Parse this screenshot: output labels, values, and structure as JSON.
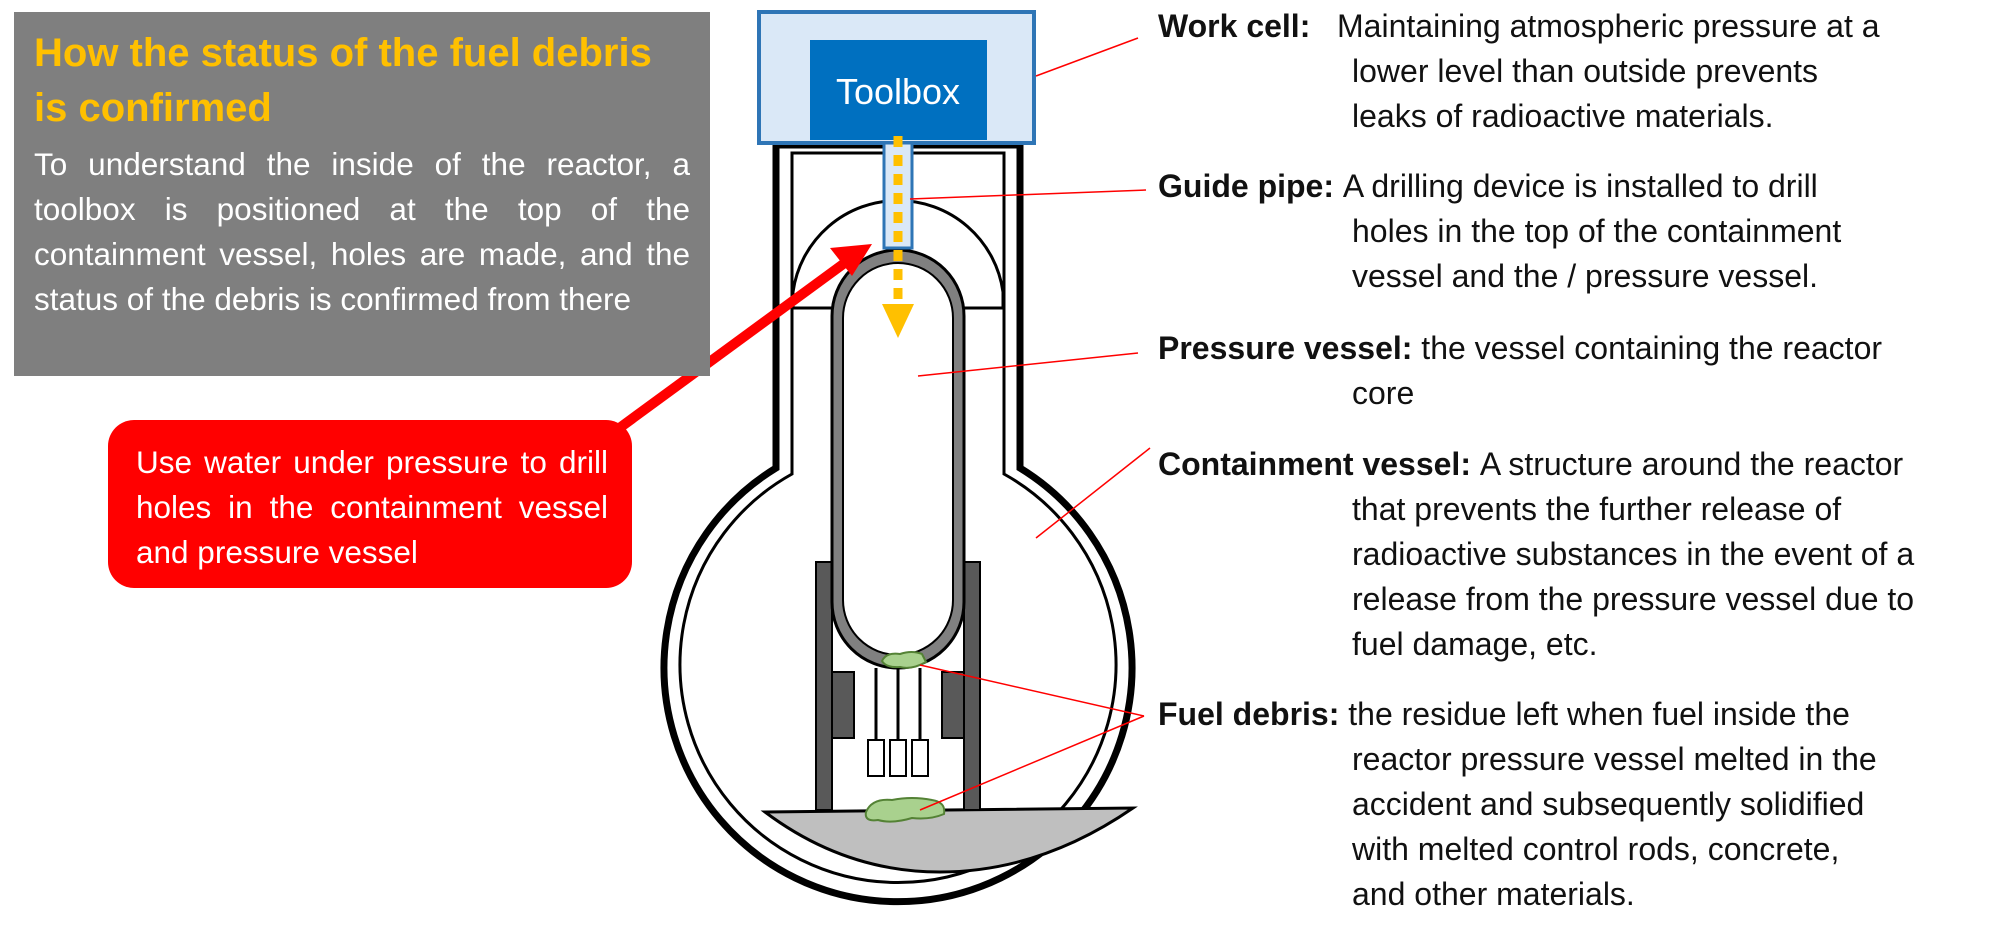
{
  "info": {
    "title": "How the status of the fuel debris is confirmed",
    "body": "To understand the inside of the reactor, a toolbox is positioned at the top of the containment vessel, holes are made, and the status of the debris is confirmed from there"
  },
  "callout": {
    "text": "Use water under pressure to drill holes in the containment vessel and pressure vessel"
  },
  "diagram": {
    "toolbox_label": "Toolbox",
    "colors": {
      "toolbox_fill": "#0070c0",
      "work_cell_fill": "#dae8f7",
      "work_cell_border": "#2e75b6",
      "arrow_yellow": "#ffc000",
      "debris_green": "#a9d18e",
      "floor_gray": "#bfbfbf",
      "callout_red": "#ff0000",
      "leader_red": "#ff0000"
    }
  },
  "definitions": [
    {
      "term": "Work cell:",
      "first": "Maintaining atmospheric pressure at a",
      "rest": [
        "lower level than outside prevents",
        "leaks of radioactive materials."
      ]
    },
    {
      "term": "Guide pipe:",
      "first": "A drilling device is installed to drill",
      "rest": [
        "holes in the top of the containment",
        "vessel and the / pressure vessel."
      ]
    },
    {
      "term": "Pressure vessel:",
      "first": "the vessel containing the reactor",
      "rest": [
        "core"
      ]
    },
    {
      "term": "Containment vessel:",
      "first": "A structure around the reactor",
      "rest": [
        "that prevents the further release of",
        "radioactive substances in the event of a",
        "release from the pressure vessel due to",
        "fuel damage, etc."
      ]
    },
    {
      "term": "Fuel debris:",
      "first": "the residue left when fuel inside the",
      "rest": [
        "reactor pressure vessel melted in the",
        "accident and subsequently solidified",
        "with melted control rods, concrete,",
        "and other materials."
      ]
    }
  ]
}
